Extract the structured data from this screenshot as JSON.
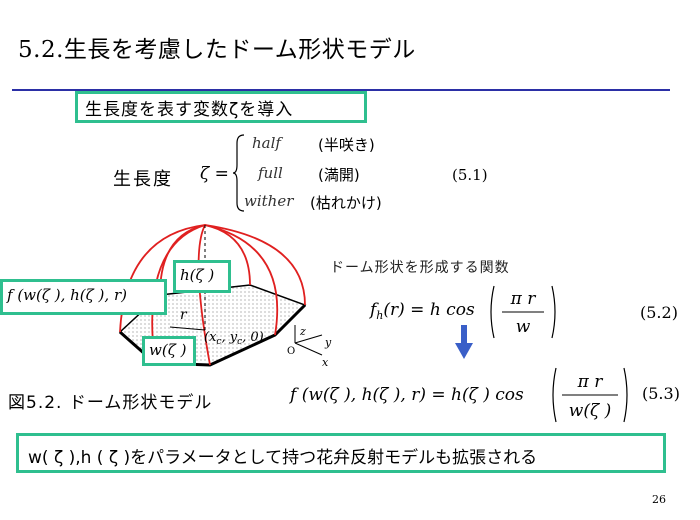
{
  "title": "5.2.生長を考慮したドーム形状モデル",
  "intro": "生長度を表す変数ζを導入",
  "growth": {
    "label": "生長度",
    "lhs": "ζ =",
    "cases": [
      {
        "term": "half",
        "gloss": "(半咲き)"
      },
      {
        "term": "full",
        "gloss": "(満開)"
      },
      {
        "term": "wither",
        "gloss": "(枯れかけ)"
      }
    ],
    "eq_number": "(5.1)"
  },
  "dome_function_label": "ドーム形状を形成する関数",
  "eq52": {
    "lhs": "f",
    "sub": "h",
    "arg": "(r) = h cos",
    "num": "π r",
    "den": "w",
    "number": "(5.2)"
  },
  "eq53": {
    "lhs": "f (w(ζ ), h(ζ ), r) = h(ζ ) cos",
    "num": "π r",
    "den": "w(ζ )",
    "number": "(5.3)"
  },
  "figure": {
    "caption": "図5.2. ドーム形状モデル",
    "h_label": "h(ζ )",
    "f_label": "f (w(ζ ), h(ζ ), r)",
    "w_label": "w(ζ )",
    "r_label": "r",
    "center_label": "(x",
    "center_sub": "c",
    "center_y": ", y",
    "center_suby": "c",
    "center_rest": ", 0)",
    "axis_z": "z",
    "axis_y": "y",
    "axis_x": "x",
    "origin": "O"
  },
  "bottom_text": "w( ζ ),h ( ζ )をパラメータとして持つ花弁反射モデルも拡張される",
  "page_number": "26",
  "colors": {
    "accent_box": "#2fbf8f",
    "title_rule": "#2b2fa6",
    "dome_lines": "#e02020",
    "arrow": "#3a5fc8"
  }
}
